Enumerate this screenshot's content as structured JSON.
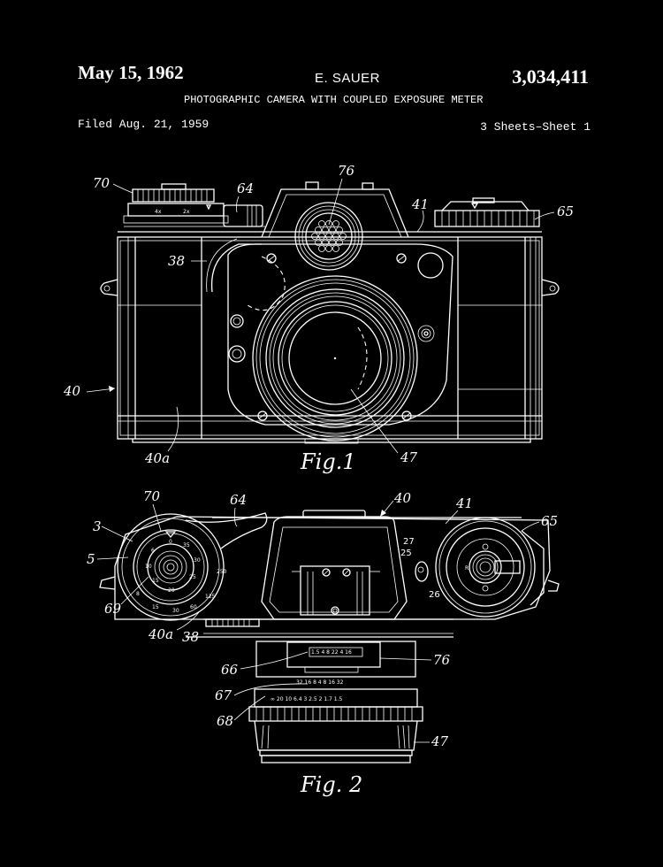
{
  "header": {
    "date": "May 15, 1962",
    "inventor": "E. SAUER",
    "patent_number": "3,034,411",
    "title": "PHOTOGRAPHIC CAMERA WITH COUPLED EXPOSURE METER",
    "filed": "Filed Aug. 21, 1959",
    "sheets": "3 Sheets–Sheet 1"
  },
  "colors": {
    "background": "#000000",
    "line": "#ffffff"
  },
  "figure1": {
    "caption": "Fig.1",
    "view": "front",
    "refs": {
      "r70": "70",
      "r64": "64",
      "r76": "76",
      "r41": "41",
      "r65": "65",
      "r38": "38",
      "r40": "40",
      "r40a": "40a",
      "r47": "47"
    },
    "dial_marks": [
      "4x",
      "2x"
    ]
  },
  "figure2": {
    "caption": "Fig. 2",
    "view": "top",
    "refs": {
      "r70": "70",
      "r64": "64",
      "r40": "40",
      "r41": "41",
      "r65": "65",
      "r3": "3",
      "r5": "5",
      "r69": "69",
      "r40a": "40a",
      "r38": "38",
      "r27": "27",
      "r25": "25",
      "r26": "26",
      "r66": "66",
      "r67": "67",
      "r68": "68",
      "r76": "76",
      "r47": "47"
    },
    "shutter_dial_numbers": [
      "0",
      "35",
      "30",
      "25",
      "20",
      "15",
      "10",
      "6"
    ],
    "outer_ring_numbers": [
      "250",
      "125",
      "60",
      "30",
      "15",
      "8"
    ],
    "rewind_mark": "R",
    "aperture_scale": "32 16 8 4 8 16 32",
    "distance_scale": "∞ 20 10 6.4 3 2.5 2 1.7 1.5",
    "meter_window_scale": "1.5 4 8 22 4 16"
  }
}
